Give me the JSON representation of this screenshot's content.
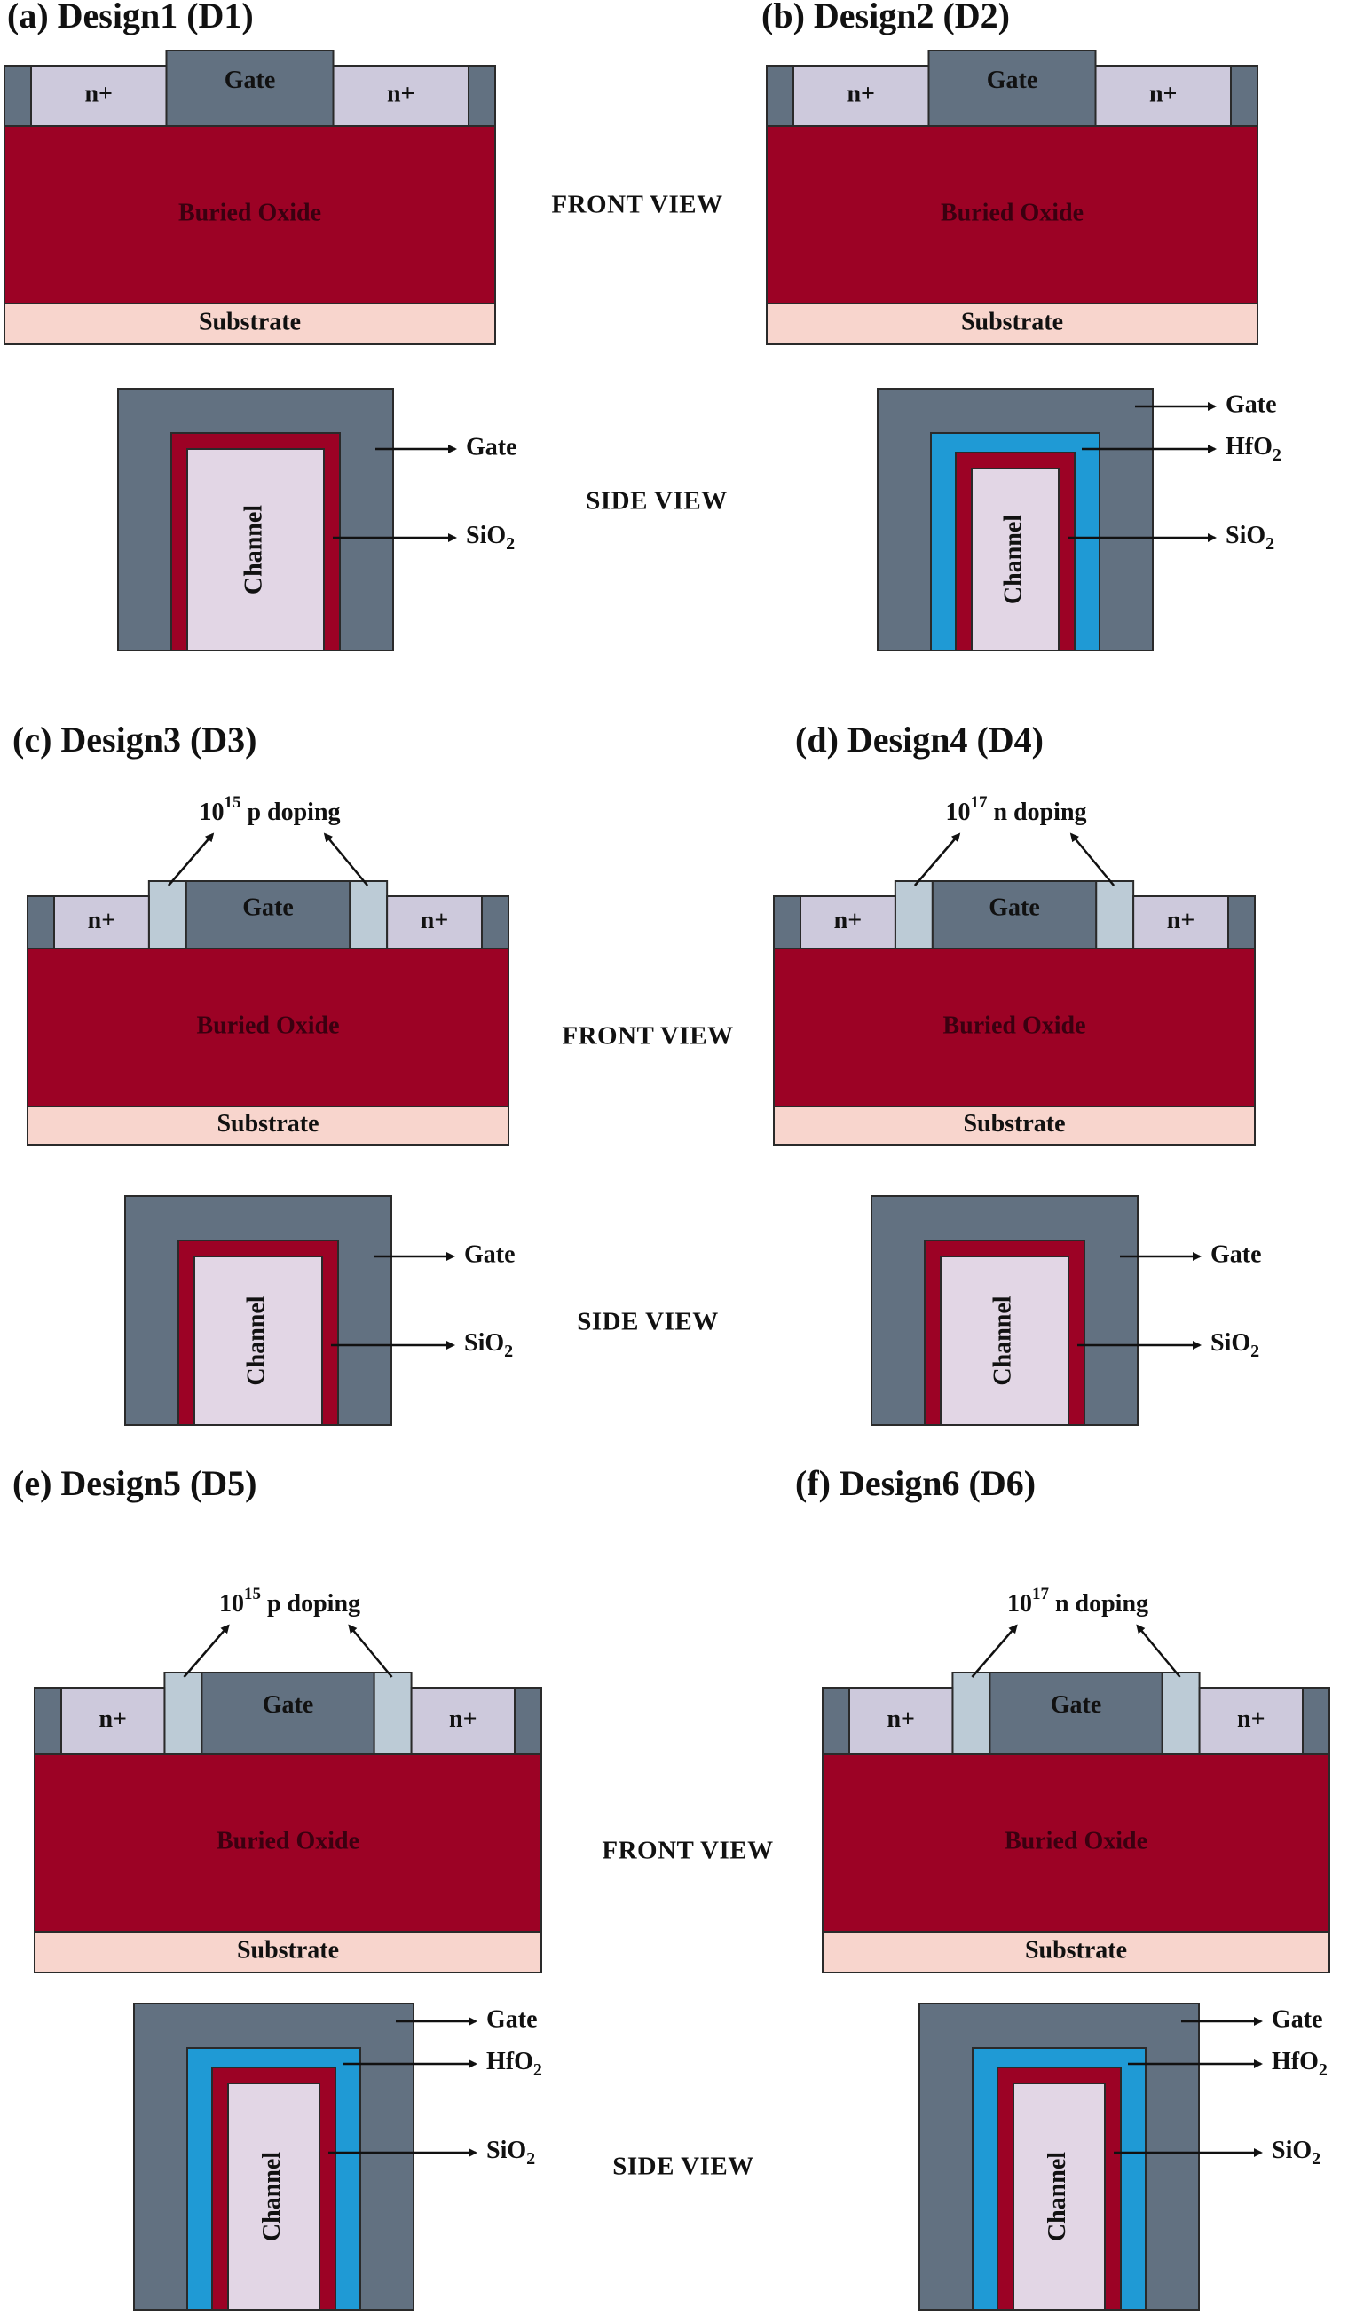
{
  "colors": {
    "gate": "#627181",
    "nplus": "#cdc9dc",
    "buried_oxide": "#9c0225",
    "substrate": "#f8d5cd",
    "spacer": "#bccbd6",
    "sio2": "#9c0225",
    "hfo2": "#1f9ad5",
    "channel": "#e2d6e5",
    "text": "#111111"
  },
  "views": {
    "front": "FRONT VIEW",
    "side": "SIDE VIEW"
  },
  "labels": {
    "gate": "Gate",
    "nplus": "n+",
    "buried_oxide": "Buried Oxide",
    "substrate": "Substrate",
    "channel": "Channel",
    "sio2_main": "SiO",
    "hfo2_main": "HfO",
    "oxide_sub": "2"
  },
  "designs": [
    {
      "id": "d1",
      "title": "(a) Design1 (D1)",
      "spacer": false,
      "hfo2": false,
      "doping": null
    },
    {
      "id": "d2",
      "title": "(b) Design2 (D2)",
      "spacer": false,
      "hfo2": true,
      "doping": null
    },
    {
      "id": "d3",
      "title": "(c) Design3 (D3)",
      "spacer": true,
      "hfo2": false,
      "doping": {
        "base": "10",
        "exp": "15",
        "text": " p doping"
      }
    },
    {
      "id": "d4",
      "title": "(d) Design4 (D4)",
      "spacer": true,
      "hfo2": false,
      "doping": {
        "base": "10",
        "exp": "17",
        "text": " n doping"
      }
    },
    {
      "id": "d5",
      "title": "(e) Design5 (D5)",
      "spacer": true,
      "hfo2": true,
      "doping": {
        "base": "10",
        "exp": "15",
        "text": " p doping"
      }
    },
    {
      "id": "d6",
      "title": "(f) Design6 (D6)",
      "spacer": true,
      "hfo2": true,
      "doping": {
        "base": "10",
        "exp": "17",
        "text": " n doping"
      }
    }
  ]
}
